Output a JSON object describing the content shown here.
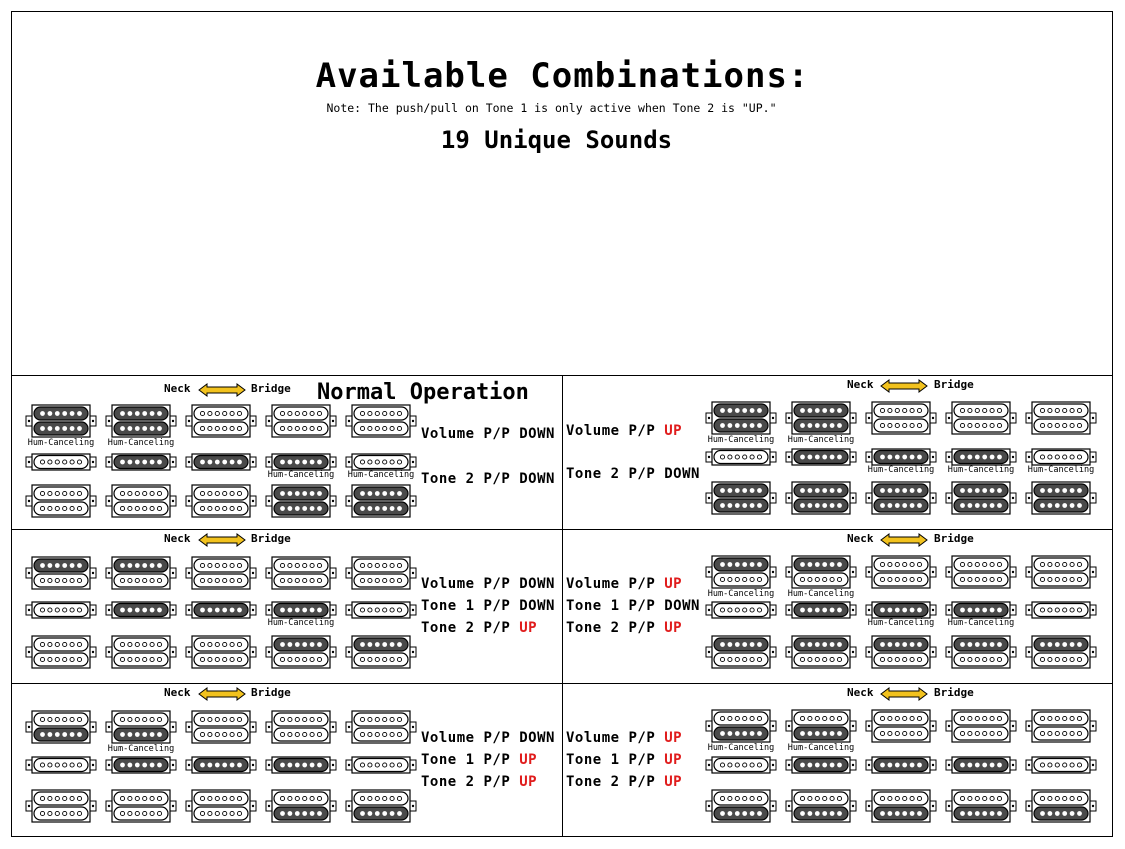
{
  "header": {
    "title": "Available Combinations:",
    "note": "Note:  The push/pull on Tone 1 is only active when Tone 2 is \"UP.\"",
    "subtitle": "19 Unique Sounds"
  },
  "colors": {
    "up": "#e01c1c",
    "coil_dark": "#4a4a4a",
    "arrow": "#f2c21e"
  },
  "axis": {
    "neck": "Neck",
    "bridge": "Bridge"
  },
  "caption_text": "Hum-Canceling",
  "panels": [
    {
      "id": "p1",
      "title": "Normal Operation",
      "labels": [
        {
          "prefix": "Volume P/P ",
          "state": "DOWN",
          "up": false
        },
        {
          "prefix": "Tone 2 P/P ",
          "state": "DOWN",
          "up": false
        }
      ],
      "rows": [
        [
          {
            "t": "HB",
            "c": "DD",
            "cap": true
          },
          {
            "t": "HB",
            "c": "DD",
            "cap": true
          },
          {
            "t": "HB",
            "c": "LL"
          },
          {
            "t": "HB",
            "c": "LL"
          },
          {
            "t": "HB",
            "c": "LL"
          }
        ],
        [
          {
            "t": "SC",
            "c": "L"
          },
          {
            "t": "SC",
            "c": "D"
          },
          {
            "t": "SC",
            "c": "D"
          },
          {
            "t": "SC",
            "c": "D",
            "cap": true
          },
          {
            "t": "SC",
            "c": "L",
            "cap": true
          }
        ],
        [
          {
            "t": "HB",
            "c": "LL"
          },
          {
            "t": "HB",
            "c": "LL"
          },
          {
            "t": "HB",
            "c": "LL"
          },
          {
            "t": "HB",
            "c": "DD"
          },
          {
            "t": "HB",
            "c": "DD"
          }
        ]
      ]
    },
    {
      "id": "p2",
      "title": "",
      "labels": [
        {
          "prefix": "Volume P/P ",
          "state": "UP",
          "up": true
        },
        {
          "prefix": "Tone 2 P/P ",
          "state": "DOWN",
          "up": false
        }
      ],
      "rows": [
        [
          {
            "t": "HB",
            "c": "DD",
            "cap": true
          },
          {
            "t": "HB",
            "c": "DD",
            "cap": true
          },
          {
            "t": "HB",
            "c": "LL"
          },
          {
            "t": "HB",
            "c": "LL"
          },
          {
            "t": "HB",
            "c": "LL"
          }
        ],
        [
          {
            "t": "SC",
            "c": "L"
          },
          {
            "t": "SC",
            "c": "D"
          },
          {
            "t": "SC",
            "c": "D",
            "cap": true
          },
          {
            "t": "SC",
            "c": "D",
            "cap": true
          },
          {
            "t": "SC",
            "c": "L",
            "cap": true
          }
        ],
        [
          {
            "t": "HB",
            "c": "DD"
          },
          {
            "t": "HB",
            "c": "DD"
          },
          {
            "t": "HB",
            "c": "DD"
          },
          {
            "t": "HB",
            "c": "DD"
          },
          {
            "t": "HB",
            "c": "DD"
          }
        ]
      ]
    },
    {
      "id": "p3",
      "title": "",
      "labels": [
        {
          "prefix": "Volume P/P ",
          "state": "DOWN",
          "up": false
        },
        {
          "prefix": "Tone 1 P/P ",
          "state": "DOWN",
          "up": false
        },
        {
          "prefix": "Tone 2 P/P ",
          "state": "UP",
          "up": true
        }
      ],
      "rows": [
        [
          {
            "t": "HB",
            "c": "DL"
          },
          {
            "t": "HB",
            "c": "DL"
          },
          {
            "t": "HB",
            "c": "LL"
          },
          {
            "t": "HB",
            "c": "LL"
          },
          {
            "t": "HB",
            "c": "LL"
          }
        ],
        [
          {
            "t": "SC",
            "c": "L"
          },
          {
            "t": "SC",
            "c": "D"
          },
          {
            "t": "SC",
            "c": "D"
          },
          {
            "t": "SC",
            "c": "D",
            "cap": true
          },
          {
            "t": "SC",
            "c": "L"
          }
        ],
        [
          {
            "t": "HB",
            "c": "LL"
          },
          {
            "t": "HB",
            "c": "LL"
          },
          {
            "t": "HB",
            "c": "LL"
          },
          {
            "t": "HB",
            "c": "DL"
          },
          {
            "t": "HB",
            "c": "DL"
          }
        ]
      ]
    },
    {
      "id": "p4",
      "title": "",
      "labels": [
        {
          "prefix": "Volume P/P ",
          "state": "UP",
          "up": true
        },
        {
          "prefix": "Tone 1 P/P ",
          "state": "DOWN",
          "up": false
        },
        {
          "prefix": "Tone 2 P/P ",
          "state": "UP",
          "up": true
        }
      ],
      "rows": [
        [
          {
            "t": "HB",
            "c": "DL",
            "cap": true
          },
          {
            "t": "HB",
            "c": "DL",
            "cap": true
          },
          {
            "t": "HB",
            "c": "LL"
          },
          {
            "t": "HB",
            "c": "LL"
          },
          {
            "t": "HB",
            "c": "LL"
          }
        ],
        [
          {
            "t": "SC",
            "c": "L"
          },
          {
            "t": "SC",
            "c": "D"
          },
          {
            "t": "SC",
            "c": "D",
            "cap": true
          },
          {
            "t": "SC",
            "c": "D",
            "cap": true
          },
          {
            "t": "SC",
            "c": "L"
          }
        ],
        [
          {
            "t": "HB",
            "c": "DL"
          },
          {
            "t": "HB",
            "c": "DL"
          },
          {
            "t": "HB",
            "c": "DL"
          },
          {
            "t": "HB",
            "c": "DL"
          },
          {
            "t": "HB",
            "c": "DL"
          }
        ]
      ]
    },
    {
      "id": "p5",
      "title": "",
      "labels": [
        {
          "prefix": "Volume P/P ",
          "state": "DOWN",
          "up": false
        },
        {
          "prefix": "Tone 1 P/P ",
          "state": "UP",
          "up": true
        },
        {
          "prefix": "Tone 2 P/P ",
          "state": "UP",
          "up": true
        }
      ],
      "rows": [
        [
          {
            "t": "HB",
            "c": "LD"
          },
          {
            "t": "HB",
            "c": "LD",
            "cap": true
          },
          {
            "t": "HB",
            "c": "LL"
          },
          {
            "t": "HB",
            "c": "LL"
          },
          {
            "t": "HB",
            "c": "LL"
          }
        ],
        [
          {
            "t": "SC",
            "c": "L"
          },
          {
            "t": "SC",
            "c": "D"
          },
          {
            "t": "SC",
            "c": "D"
          },
          {
            "t": "SC",
            "c": "D"
          },
          {
            "t": "SC",
            "c": "L"
          }
        ],
        [
          {
            "t": "HB",
            "c": "LL"
          },
          {
            "t": "HB",
            "c": "LL"
          },
          {
            "t": "HB",
            "c": "LL"
          },
          {
            "t": "HB",
            "c": "LD"
          },
          {
            "t": "HB",
            "c": "LD"
          }
        ]
      ]
    },
    {
      "id": "p6",
      "title": "",
      "labels": [
        {
          "prefix": "Volume P/P ",
          "state": "UP",
          "up": true
        },
        {
          "prefix": "Tone 1 P/P ",
          "state": "UP",
          "up": true
        },
        {
          "prefix": "Tone 2 P/P ",
          "state": "UP",
          "up": true
        }
      ],
      "rows": [
        [
          {
            "t": "HB",
            "c": "LD",
            "cap": true
          },
          {
            "t": "HB",
            "c": "LD",
            "cap": true
          },
          {
            "t": "HB",
            "c": "LL"
          },
          {
            "t": "HB",
            "c": "LL"
          },
          {
            "t": "HB",
            "c": "LL"
          }
        ],
        [
          {
            "t": "SC",
            "c": "L"
          },
          {
            "t": "SC",
            "c": "D"
          },
          {
            "t": "SC",
            "c": "D"
          },
          {
            "t": "SC",
            "c": "D"
          },
          {
            "t": "SC",
            "c": "L"
          }
        ],
        [
          {
            "t": "HB",
            "c": "LD"
          },
          {
            "t": "HB",
            "c": "LD"
          },
          {
            "t": "HB",
            "c": "LD"
          },
          {
            "t": "HB",
            "c": "LD"
          },
          {
            "t": "HB",
            "c": "LD"
          }
        ]
      ]
    }
  ]
}
